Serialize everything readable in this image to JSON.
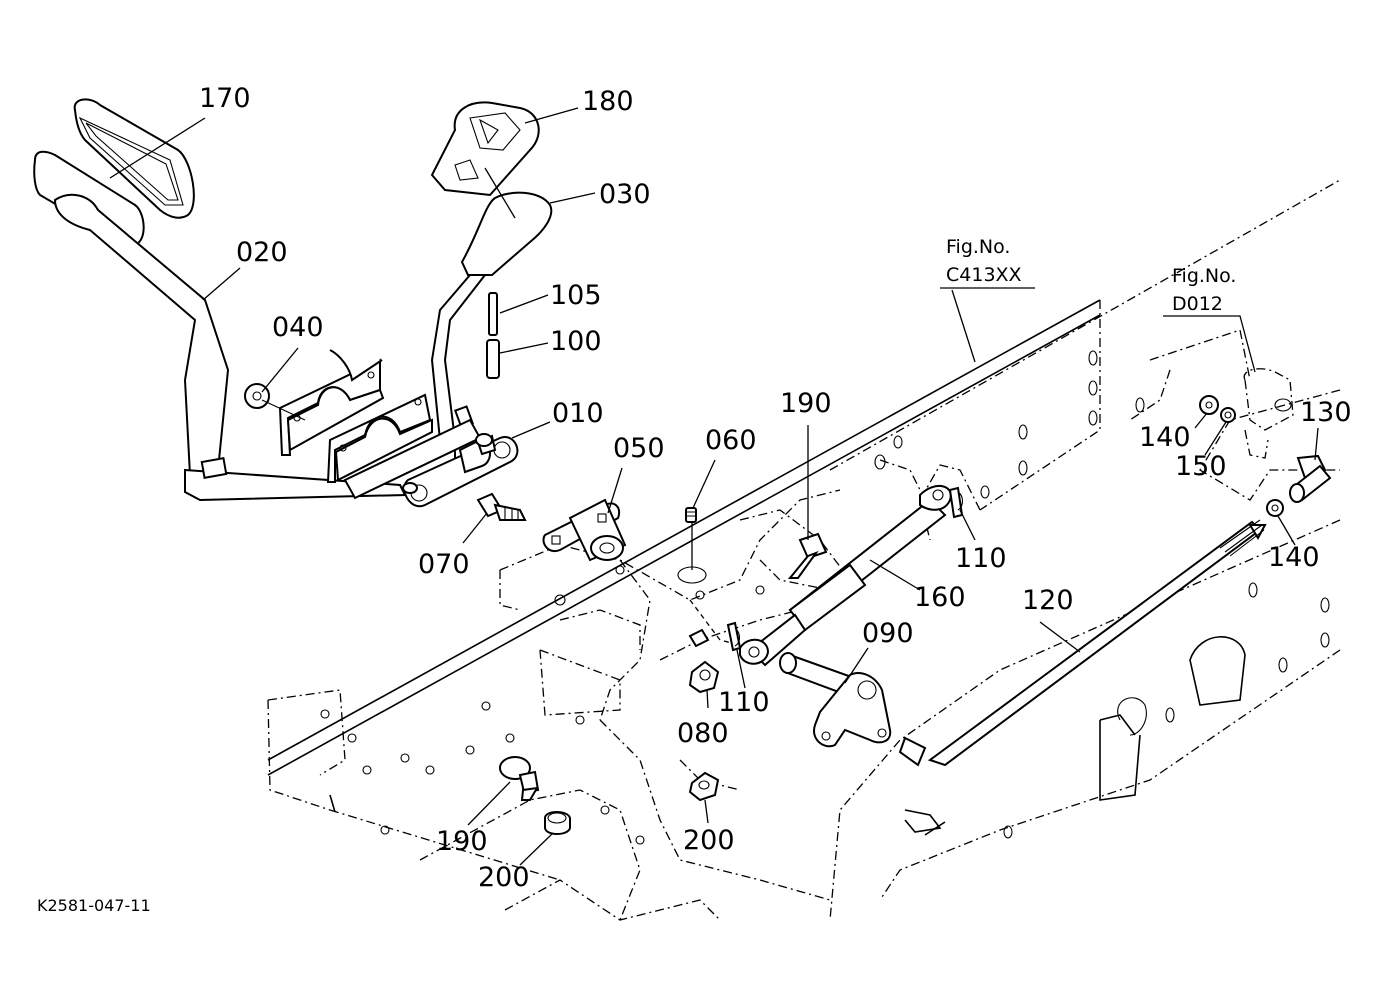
{
  "diagram": {
    "drawing_code": "K2581-047-11",
    "fig_refs": [
      {
        "label": "Fig.No.",
        "code": "C413XX"
      },
      {
        "label": "Fig.No.",
        "code": "D012"
      }
    ],
    "callouts": [
      "170",
      "180",
      "030",
      "020",
      "105",
      "100",
      "040",
      "010",
      "050",
      "060",
      "190",
      "070",
      "160",
      "110",
      "120",
      "090",
      "110",
      "080",
      "190",
      "200",
      "200",
      "140",
      "150",
      "130",
      "140"
    ]
  }
}
